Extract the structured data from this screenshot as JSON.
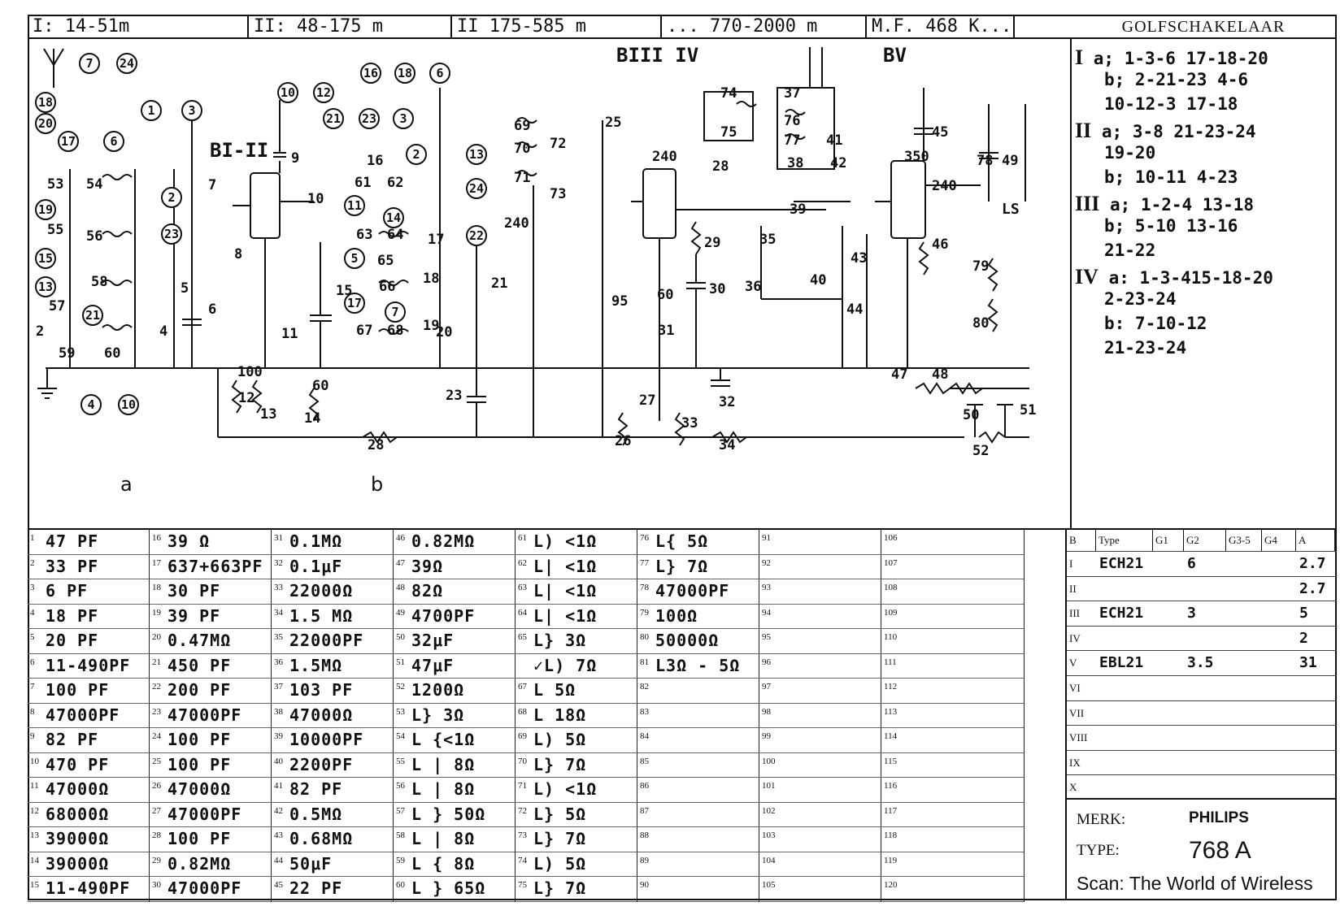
{
  "bands": {
    "b1": "I: 14-51m",
    "b2": "II: 48-175 m",
    "b3": "II 175-585 m",
    "b4": "... 770-2000 m",
    "b5": "M.F. 468 K..."
  },
  "switch": {
    "title": "GOLFSCHAKELAAR",
    "lines": [
      {
        "roman": "I",
        "text": "a; 1-3-6 17-18-20"
      },
      {
        "roman": "",
        "text": "b; 2-21-23 4-6"
      },
      {
        "roman": "",
        "text": "10-12-3 17-18"
      },
      {
        "roman": "II",
        "text": "a; 3-8 21-23-24"
      },
      {
        "roman": "",
        "text": "19-20"
      },
      {
        "roman": "",
        "text": "b; 10-11 4-23"
      },
      {
        "roman": "III",
        "text": "a; 1-2-4 13-18"
      },
      {
        "roman": "",
        "text": "b; 5-10 13-16"
      },
      {
        "roman": "",
        "text": "21-22"
      },
      {
        "roman": "IV",
        "text": "a: 1-3-415-18-20"
      },
      {
        "roman": "",
        "text": "2-23-24"
      },
      {
        "roman": "",
        "text": "b: 7-10-12"
      },
      {
        "roman": "",
        "text": "21-23-24"
      }
    ]
  },
  "diagram_labels": {
    "tube_b1": "BI-II",
    "tube_b3": "BIII IV",
    "tube_b5": "BV",
    "ls": "LS",
    "sec_a": "a",
    "sec_b": "b"
  },
  "components": [
    [
      {
        "n": "1",
        "v": "47 PF"
      },
      {
        "n": "2",
        "v": "33 PF"
      },
      {
        "n": "3",
        "v": "6 PF"
      },
      {
        "n": "4",
        "v": "18 PF"
      },
      {
        "n": "5",
        "v": "20 PF"
      },
      {
        "n": "6",
        "v": "11-490PF"
      },
      {
        "n": "7",
        "v": "100 PF"
      },
      {
        "n": "8",
        "v": "47000PF"
      },
      {
        "n": "9",
        "v": "82 PF"
      },
      {
        "n": "10",
        "v": "470 PF"
      },
      {
        "n": "11",
        "v": "47000Ω"
      },
      {
        "n": "12",
        "v": "68000Ω"
      },
      {
        "n": "13",
        "v": "39000Ω"
      },
      {
        "n": "14",
        "v": "39000Ω"
      },
      {
        "n": "15",
        "v": "11-490PF"
      }
    ],
    [
      {
        "n": "16",
        "v": "39 Ω"
      },
      {
        "n": "17",
        "v": "637+663PF"
      },
      {
        "n": "18",
        "v": "30 PF"
      },
      {
        "n": "19",
        "v": "39 PF"
      },
      {
        "n": "20",
        "v": "0.47MΩ"
      },
      {
        "n": "21",
        "v": "450 PF"
      },
      {
        "n": "22",
        "v": "200 PF"
      },
      {
        "n": "23",
        "v": "47000PF"
      },
      {
        "n": "24",
        "v": "100 PF"
      },
      {
        "n": "25",
        "v": "100 PF"
      },
      {
        "n": "26",
        "v": "47000Ω"
      },
      {
        "n": "27",
        "v": "47000PF"
      },
      {
        "n": "28",
        "v": "100 PF"
      },
      {
        "n": "29",
        "v": "0.82MΩ"
      },
      {
        "n": "30",
        "v": "47000PF"
      }
    ],
    [
      {
        "n": "31",
        "v": "0.1MΩ"
      },
      {
        "n": "32",
        "v": "0.1μF"
      },
      {
        "n": "33",
        "v": "22000Ω"
      },
      {
        "n": "34",
        "v": "1.5 MΩ"
      },
      {
        "n": "35",
        "v": "22000PF"
      },
      {
        "n": "36",
        "v": "1.5MΩ"
      },
      {
        "n": "37",
        "v": "103 PF"
      },
      {
        "n": "38",
        "v": "47000Ω"
      },
      {
        "n": "39",
        "v": "10000PF"
      },
      {
        "n": "40",
        "v": "2200PF"
      },
      {
        "n": "41",
        "v": "82 PF"
      },
      {
        "n": "42",
        "v": "0.5MΩ"
      },
      {
        "n": "43",
        "v": "0.68MΩ"
      },
      {
        "n": "44",
        "v": "50μF"
      },
      {
        "n": "45",
        "v": "22 PF"
      }
    ],
    [
      {
        "n": "46",
        "v": "0.82MΩ"
      },
      {
        "n": "47",
        "v": "39Ω"
      },
      {
        "n": "48",
        "v": "82Ω"
      },
      {
        "n": "49",
        "v": "4700PF"
      },
      {
        "n": "50",
        "v": "32μF"
      },
      {
        "n": "51",
        "v": "47μF"
      },
      {
        "n": "52",
        "v": "1200Ω"
      },
      {
        "n": "53",
        "v": "L} 3Ω"
      },
      {
        "n": "54",
        "v": "L {<1Ω"
      },
      {
        "n": "55",
        "v": "L | 8Ω"
      },
      {
        "n": "56",
        "v": "L | 8Ω"
      },
      {
        "n": "57",
        "v": "L } 50Ω"
      },
      {
        "n": "58",
        "v": "L | 8Ω"
      },
      {
        "n": "59",
        "v": "L { 8Ω"
      },
      {
        "n": "60",
        "v": "L } 65Ω"
      }
    ],
    [
      {
        "n": "61",
        "v": "L) <1Ω"
      },
      {
        "n": "62",
        "v": "L| <1Ω"
      },
      {
        "n": "63",
        "v": "L| <1Ω"
      },
      {
        "n": "64",
        "v": "L| <1Ω"
      },
      {
        "n": "65",
        "v": "L} 3Ω"
      },
      {
        "n": "",
        "v": "✓L) 7Ω"
      },
      {
        "n": "67",
        "v": "L 5Ω"
      },
      {
        "n": "68",
        "v": "L 18Ω"
      },
      {
        "n": "69",
        "v": "L) 5Ω"
      },
      {
        "n": "70",
        "v": "L} 7Ω"
      },
      {
        "n": "71",
        "v": "L) <1Ω"
      },
      {
        "n": "72",
        "v": "L} 5Ω"
      },
      {
        "n": "73",
        "v": "L} 7Ω"
      },
      {
        "n": "74",
        "v": "L) 5Ω"
      },
      {
        "n": "75",
        "v": "L} 7Ω"
      }
    ],
    [
      {
        "n": "76",
        "v": "L{ 5Ω"
      },
      {
        "n": "77",
        "v": "L} 7Ω"
      },
      {
        "n": "78",
        "v": "47000PF"
      },
      {
        "n": "79",
        "v": "100Ω"
      },
      {
        "n": "80",
        "v": "50000Ω"
      },
      {
        "n": "81",
        "v": "L3Ω - 5Ω"
      },
      {
        "n": "82",
        "v": ""
      },
      {
        "n": "83",
        "v": ""
      },
      {
        "n": "84",
        "v": ""
      },
      {
        "n": "85",
        "v": ""
      },
      {
        "n": "86",
        "v": ""
      },
      {
        "n": "87",
        "v": ""
      },
      {
        "n": "88",
        "v": ""
      },
      {
        "n": "89",
        "v": ""
      },
      {
        "n": "90",
        "v": ""
      }
    ],
    [
      {
        "n": "91",
        "v": ""
      },
      {
        "n": "92",
        "v": ""
      },
      {
        "n": "93",
        "v": ""
      },
      {
        "n": "94",
        "v": ""
      },
      {
        "n": "95",
        "v": ""
      },
      {
        "n": "96",
        "v": ""
      },
      {
        "n": "97",
        "v": ""
      },
      {
        "n": "98",
        "v": ""
      },
      {
        "n": "99",
        "v": ""
      },
      {
        "n": "100",
        "v": ""
      },
      {
        "n": "101",
        "v": ""
      },
      {
        "n": "102",
        "v": ""
      },
      {
        "n": "103",
        "v": ""
      },
      {
        "n": "104",
        "v": ""
      },
      {
        "n": "105",
        "v": ""
      }
    ],
    [
      {
        "n": "106",
        "v": ""
      },
      {
        "n": "107",
        "v": ""
      },
      {
        "n": "108",
        "v": ""
      },
      {
        "n": "109",
        "v": ""
      },
      {
        "n": "110",
        "v": ""
      },
      {
        "n": "111",
        "v": ""
      },
      {
        "n": "112",
        "v": ""
      },
      {
        "n": "113",
        "v": ""
      },
      {
        "n": "114",
        "v": ""
      },
      {
        "n": "115",
        "v": ""
      },
      {
        "n": "116",
        "v": ""
      },
      {
        "n": "117",
        "v": ""
      },
      {
        "n": "118",
        "v": ""
      },
      {
        "n": "119",
        "v": ""
      },
      {
        "n": "120",
        "v": ""
      }
    ]
  ],
  "tubes": {
    "headers": [
      "B",
      "Type",
      "G1",
      "G2",
      "G3-5",
      "G4",
      "A"
    ],
    "rows": [
      {
        "b": "I",
        "type": "ECH21",
        "g1": "",
        "g2": "6",
        "g35": "",
        "g4": "",
        "a": "2.7"
      },
      {
        "b": "II",
        "type": "",
        "g1": "",
        "g2": "",
        "g35": "",
        "g4": "",
        "a": "2.7"
      },
      {
        "b": "III",
        "type": "ECH21",
        "g1": "",
        "g2": "3",
        "g35": "",
        "g4": "",
        "a": "5"
      },
      {
        "b": "IV",
        "type": "",
        "g1": "",
        "g2": "",
        "g35": "",
        "g4": "",
        "a": "2"
      },
      {
        "b": "V",
        "type": "EBL21",
        "g1": "",
        "g2": "3.5",
        "g35": "",
        "g4": "",
        "a": "31"
      },
      {
        "b": "VI",
        "type": "",
        "g1": "",
        "g2": "",
        "g35": "",
        "g4": "",
        "a": ""
      },
      {
        "b": "VII",
        "type": "",
        "g1": "",
        "g2": "",
        "g35": "",
        "g4": "",
        "a": ""
      },
      {
        "b": "VIII",
        "type": "",
        "g1": "",
        "g2": "",
        "g35": "",
        "g4": "",
        "a": ""
      },
      {
        "b": "IX",
        "type": "",
        "g1": "",
        "g2": "",
        "g35": "",
        "g4": "",
        "a": ""
      },
      {
        "b": "X",
        "type": "",
        "g1": "",
        "g2": "",
        "g35": "",
        "g4": "",
        "a": ""
      }
    ]
  },
  "brand": {
    "merk_label": "MERK:",
    "merk": "PHILIPS",
    "type_label": "TYPE:",
    "type": "768 A",
    "scan": "Scan: The World of Wireless"
  }
}
